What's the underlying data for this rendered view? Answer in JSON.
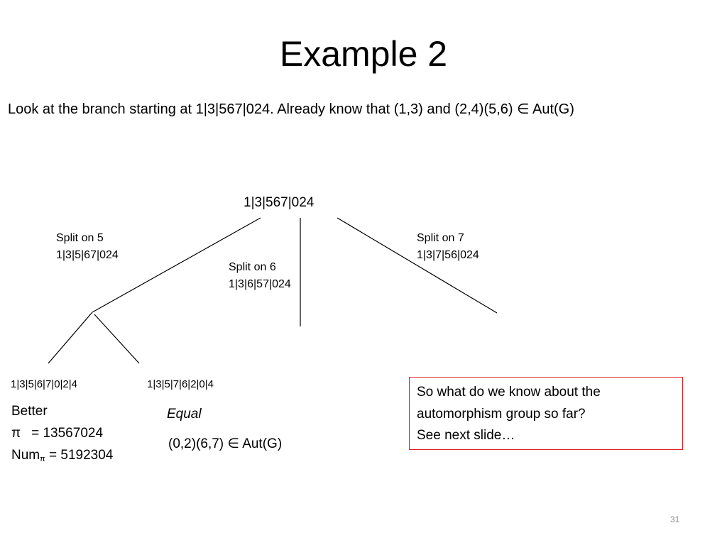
{
  "title": "Example 2",
  "intro": "Look at the branch starting at 1|3|567|024. Already know that (1,3) and (2,4)(5,6) ∈ Aut(G)",
  "root_label": "1|3|567|024",
  "branches": {
    "split5": {
      "heading": "Split on 5",
      "partition": "1|3|5|67|024"
    },
    "split6": {
      "heading": "Split on 6",
      "partition": "1|3|6|57|024"
    },
    "split7": {
      "heading": "Split on 7",
      "partition": "1|3|7|56|024"
    }
  },
  "leaves": {
    "left": "1|3|5|6|7|0|2|4",
    "right": "1|3|5|7|6|2|0|4"
  },
  "result_left": {
    "verdict": "Better",
    "pi_symbol": "π",
    "pi_value": "= 13567024",
    "num_label": "Num",
    "num_sub": "π",
    "num_value": " = 5192304"
  },
  "result_right": {
    "verdict": "Equal",
    "automorphism": "(0,2)(6,7) ∈ Aut(G)"
  },
  "callout": {
    "line1": "So what do we know about the",
    "line2": "automorphism group so far?",
    "line3": "See next slide…"
  },
  "slide_number": "31",
  "colors": {
    "callout_border": "#e02020",
    "slide_number": "#8c8c8c"
  }
}
